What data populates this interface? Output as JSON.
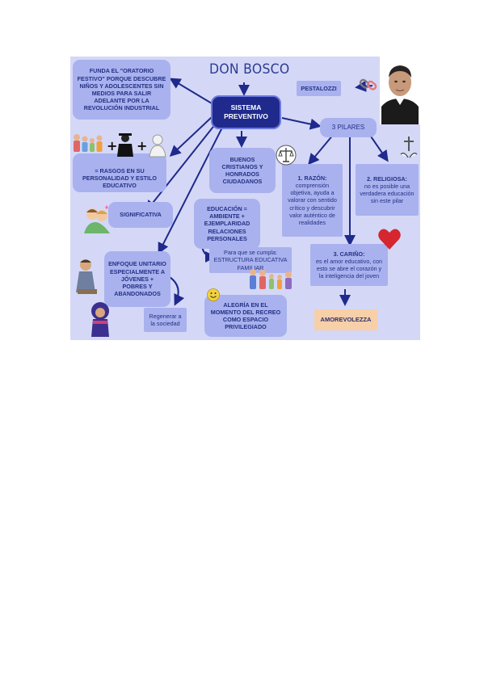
{
  "title": "DON BOSCO",
  "sistema": "SISTEMA PREVENTIVO",
  "pestalozzi": "PESTALOZZI",
  "funda": "FUNDA EL \"ORATORIO FESTIVO\" PORQUE DESCUBRE NIÑOS Y ADOLESCENTES SIN MEDIOS PARA SALIR ADELANTE POR LA REVOLUCIÓN INDUSTRIAL",
  "rasgos": "= RASGOS EN SU PERSONALIDAD Y ESTILO EDUCATIVO",
  "significativa": "SIGNIFICATIVA",
  "enfoque": "ENFOQUE UNITARIO ESPECIALMENTE A JÓVENES + POBRES Y ABANDONADOS",
  "regenerar": "Regenerar a la sociedad",
  "buenos": "BUENOS CRISTIANOS Y HONRADOS CIUDADANOS",
  "educacion": "EDUCACIÓN = AMBIENTE + EJEMPLARIDAD RELACIONES PERSONALES",
  "estructura": "Para que se cumpla: ESTRUCTURA EDUCATIVA FAMILIAR",
  "alegria": "ALEGRÍA EN EL MOMENTO DEL RECREO COMO ESPACIO PRIVILEGIADO",
  "pilares": "3 PILARES",
  "razon": {
    "label": "1. RAZÓN:",
    "text": "comprensión objetiva, ayuda a valorar con sentido crítico y descubrir valor auténtico de realidades"
  },
  "religiosa": {
    "label": "2. RELIGIOSA:",
    "text": "no es posible una verdadera educación sin este pilar"
  },
  "carino": {
    "label": "3. CARIÑO:",
    "text": "es el amor educativo, con esto se abre el corazón y la inteligencia del joven"
  },
  "amorevolezza": "AMOREVOLEZZA",
  "icons": {
    "portrait": "don-bosco-portrait",
    "chain": "chain-link-icon",
    "scale": "balance-scale-icon",
    "cross": "cross-hands-icon",
    "heart": "heart-icon",
    "smiley": "smiley-icon",
    "graduate": "graduate-icon",
    "family": "family-icon",
    "children": "children-hug-icon",
    "poor": "poor-child-icon"
  },
  "colors": {
    "background": "#d4d8f6",
    "box": "#a9b2ee",
    "text": "#233184",
    "accent": "#1f2a8c",
    "heart": "#d6262f",
    "amorevolezza": "#f7cfa8"
  }
}
